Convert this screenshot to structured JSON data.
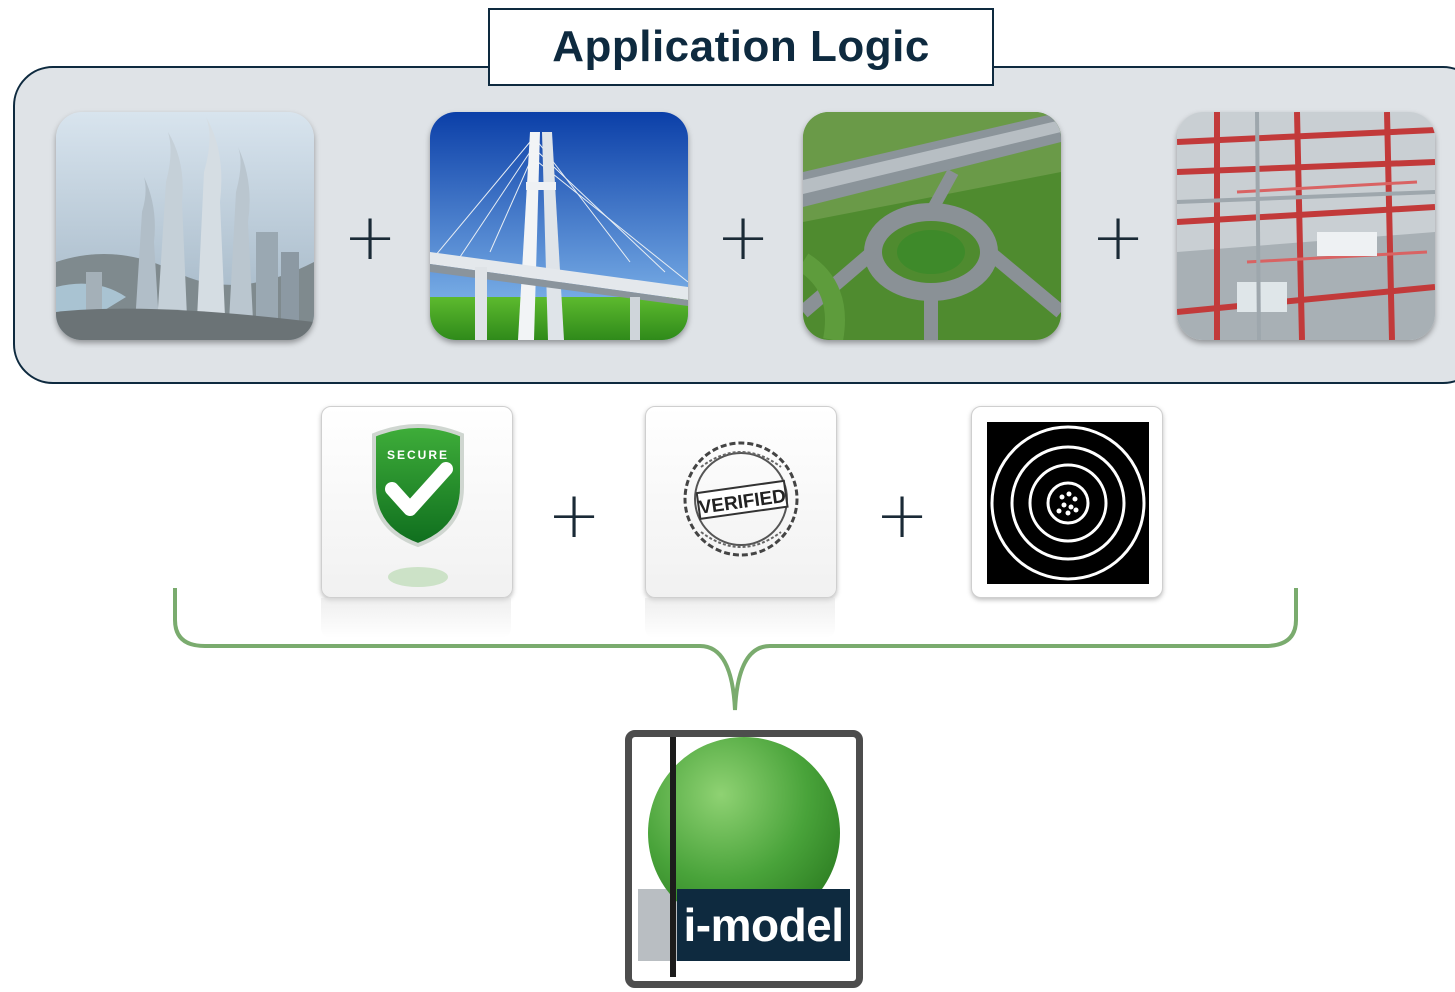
{
  "title": "Application Logic",
  "operator": "+",
  "top_row": [
    {
      "icon": "skyscrapers-photo-icon"
    },
    {
      "icon": "bridge-photo-icon"
    },
    {
      "icon": "highway-interchange-photo-icon"
    },
    {
      "icon": "plant-piping-photo-icon"
    }
  ],
  "middle_row": [
    {
      "icon": "secure-shield-icon",
      "text": "SECURE"
    },
    {
      "icon": "verified-stamp-icon",
      "text": "VERIFIED"
    },
    {
      "icon": "target-rings-icon"
    }
  ],
  "result": {
    "icon": "i-model-icon",
    "label": "i-model"
  },
  "colors": {
    "navy": "#0e2a3f",
    "panel": "#dfe3e7",
    "brace": "#7aab6e",
    "green": "#49a33a"
  }
}
